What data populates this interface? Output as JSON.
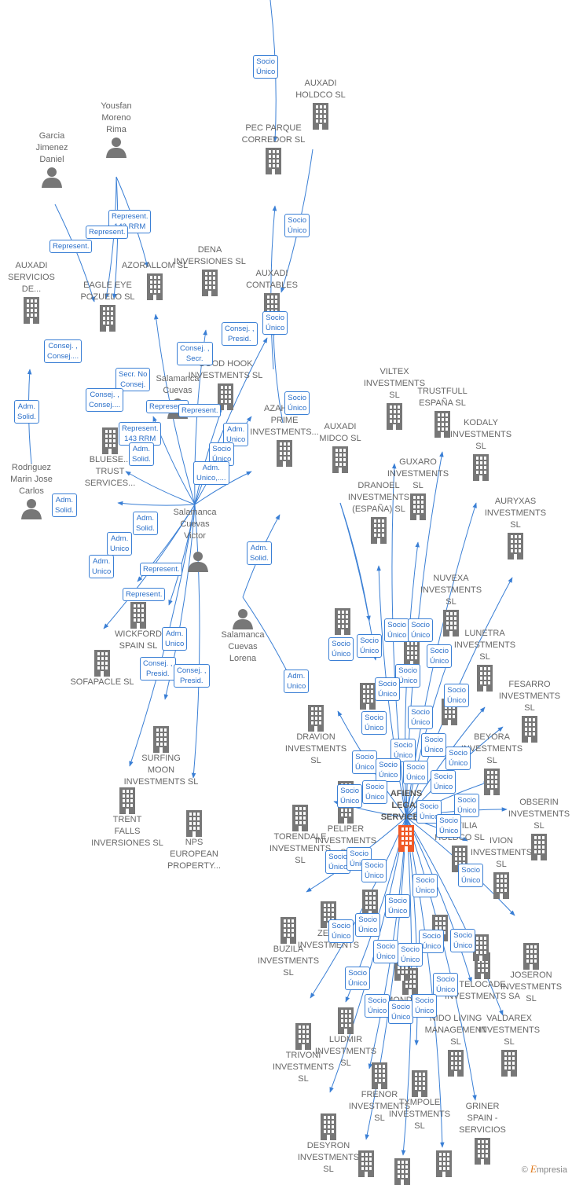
{
  "colors": {
    "edge": "#3a7fd5",
    "building": "#777777",
    "focus": "#f05a28",
    "person": "#777777"
  },
  "companies": {
    "pec_parque": "PEC PARQUE\nCORREDOR  SL",
    "auxadi_holdco": "AUXADI\nHOLDCO  SL",
    "auxadi_servicios": "AUXADI\nSERVICIOS\nDE...",
    "eagle_eye": "EAGLE EYE\nPOZUELO  SL",
    "azorallom": "AZORALLOM SL",
    "dena": "DENA\nINVERSIONES SL",
    "auxadi_con": "AUXADI\nCONTABLES",
    "good_hook": "GOOD HOOK\nINVESTMENTS SL",
    "bluese": "BLUESE...\nTRUST\nSERVICES...",
    "azahara": "AZAHARA\nPRIME\nINVESTMENTS...",
    "auxadi_midco": "AUXADI\nMIDCO  SL",
    "wickford": "WICKFORD\nSPAIN SL",
    "sofapacle": "SOFAPACLE  SL",
    "surfing": "SURFING\nMOON\nINVESTMENTS SL",
    "trent": "TRENT\nFALLS\nINVERSIONES SL",
    "nps": "NPS\nEUROPEAN\nPROPERTY...",
    "viltex": "VILTEX\nINVESTMENTS\nSL",
    "trustfull": "TRUSTFULL\nESPAÑA  SL",
    "kodaly": "KODALY\nINVESTMENTS\nSL",
    "guxaro": "GUXARO\nINVESTMENTS\nSL",
    "dranoel": "DRANOEL\nINVESTMENTS\n(ESPAÑA)  SL",
    "auryxas": "AURYXAS\nINVESTMENTS\nSL",
    "nuvexa": "NUVEXA\nINVESTMENTS\nSL",
    "lunetra": "LUNETRA\nINVESTMENTS\nSL",
    "fesarro": "FESARRO\nINVESTMENTS\nSL",
    "dravion": "DRAVION\nINVESTMENTS\nSL",
    "beyora": "BEYORA\nINVESTMENTS\nSL",
    "torendale": "TORENDALE\nINVESTMENTS\nSL",
    "peliper": "PELIPER\nINVESTMENTS\nSL",
    "afiens": "AFIENS\nLEGAL\nSERVICES...",
    "obserin": "OBSERIN\nINVESTMENTS\nSL",
    "movilia": "MOVILIA\nHOLDCO  SL",
    "ivion": "IVION\nINVESTMENTS\nSL",
    "buzila": "BUZILA\nINVESTMENTS\nSL",
    "zeva": "ZEVA\nINVESTMENTS",
    "joseron": "JOSERON\nINVESTMENTS\nSL",
    "telocade": "TELOCADE\nINVESTMENTS SA",
    "mondello": "MONDELLO",
    "trivoni": "TRIVONI\nINVESTMENTS\nSL",
    "ludmir": "LUDMIR\nINVESTMENTS\nSL",
    "nido": "NIDO LIVING\nMANAGEMENT\nSL",
    "valdarex": "VALDAREX\nINVESTMENTS\nSL",
    "frenor": "FRENOR\nINVESTMENTS\nSL",
    "tympole": "TYMPOLE\nINVESTMENTS\nSL",
    "desyron": "DESYRON\nINVESTMENTS\nSL",
    "griner": "GRINER\nSPAIN -\nSERVICIOS"
  },
  "persons": {
    "yousfan": "Yousfan\nMoreno\nRima",
    "garcia": "Garcia\nJimenez\nDaniel",
    "rodriguez": "Rodriguez\nMarin Jose\nCarlos",
    "salamanca_victor": "Salamanca\nCuevas\nVictor",
    "salamanca_lorena": "Salamanca\nCuevas\nLorena",
    "salamanca_top": "Salamanca\nCuevas"
  },
  "relations": {
    "socio_unico": "Socio\nÚnico",
    "represent": "Represent.",
    "represent_143": "Represent.\n143 RRM",
    "consej_consej": "Consej. ,\nConsej....",
    "consej_secr": "Consej. ,\nSecr.",
    "consej_presid": "Consej. ,\nPresid.",
    "secr_no_consej": "Secr.  No\nConsej.",
    "adm_solid": "Adm.\nSolid.",
    "adm_unico": "Adm.\nUnico",
    "adm_unico_multi": "Adm.\nUnico,...."
  },
  "branding": {
    "copyright": "©",
    "name": "mpresia",
    "initial": "E"
  }
}
